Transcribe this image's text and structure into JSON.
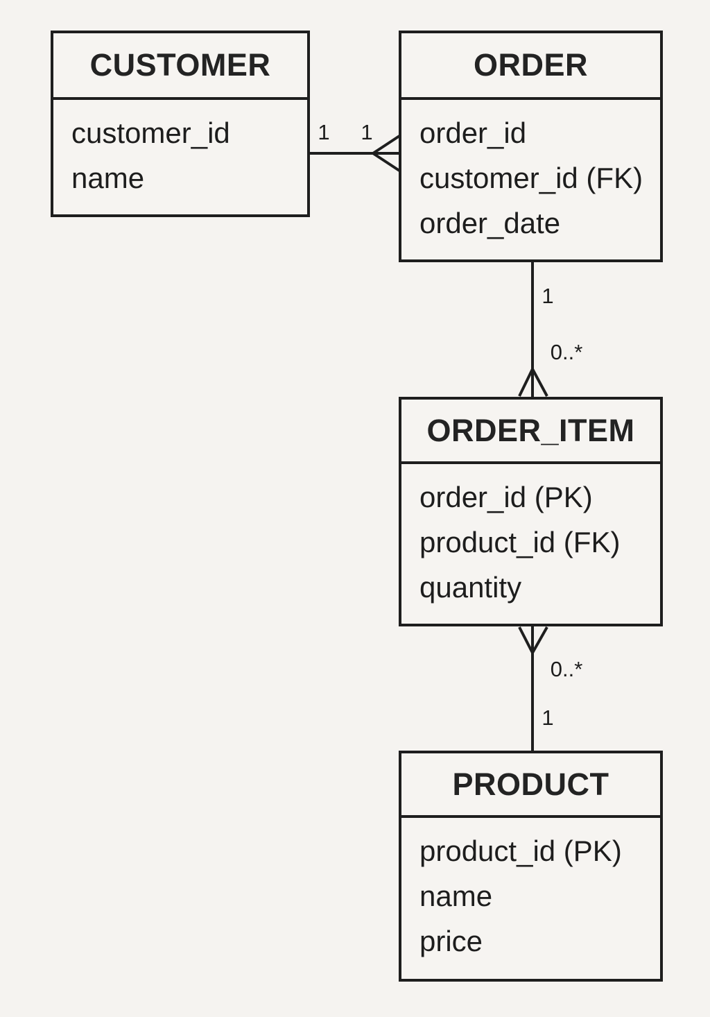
{
  "colors": {
    "background": "#f5f3f0",
    "line": "#1e1e1e",
    "text": "#1d1d1d"
  },
  "entities": [
    {
      "id": "customer",
      "title": "CUSTOMER",
      "attributes": [
        "customer_id",
        "name"
      ]
    },
    {
      "id": "order",
      "title": "ORDER",
      "attributes": [
        "order_id",
        "customer_id (FK)",
        "order_date"
      ]
    },
    {
      "id": "order_item",
      "title": "ORDER_ITEM",
      "attributes": [
        "order_id (PK)",
        "product_id (FK)",
        "quantity"
      ]
    },
    {
      "id": "product",
      "title": "PRODUCT",
      "attributes": [
        "product_id (PK)",
        "name",
        "price"
      ]
    }
  ],
  "relationships": [
    {
      "from": "CUSTOMER",
      "to": "ORDER",
      "from_cardinality": "1",
      "to_cardinality": "1",
      "crow_foot_at": "ORDER"
    },
    {
      "from": "ORDER",
      "to": "ORDER_ITEM",
      "from_cardinality": "1",
      "to_cardinality": "0..*",
      "crow_foot_at": "ORDER_ITEM"
    },
    {
      "from": "ORDER_ITEM",
      "to": "PRODUCT",
      "from_cardinality": "0..*",
      "to_cardinality": "1",
      "crow_foot_at": "ORDER_ITEM"
    }
  ]
}
